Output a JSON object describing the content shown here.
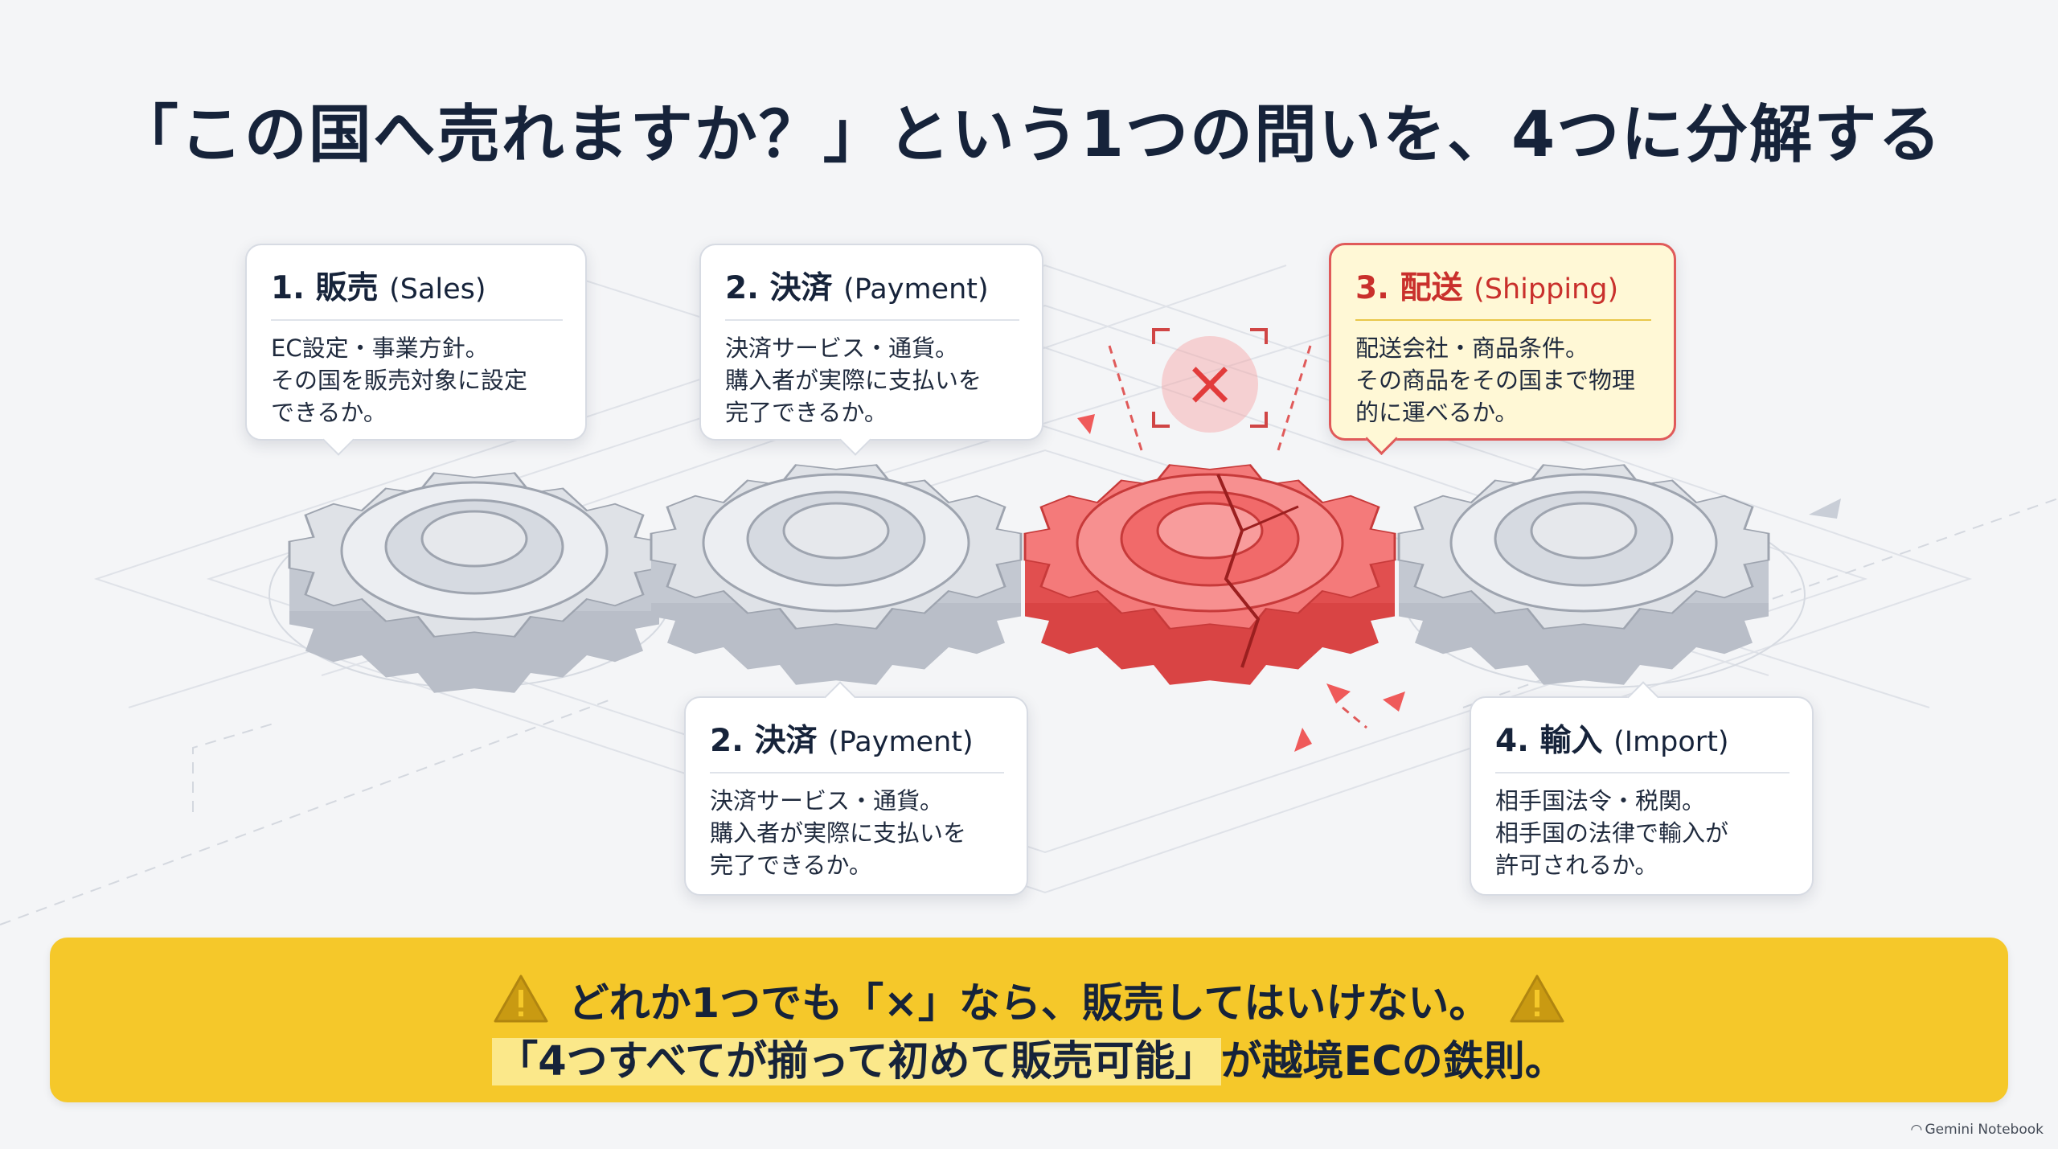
{
  "title": "「この国へ売れますか？」という1つの問いを、4つに分解する",
  "callouts": {
    "sales": {
      "num_label": "1. 販売",
      "en": "(Sales)",
      "lines": [
        "EC設定・事業方針。",
        "その国を販売対象に設定",
        "できるか。"
      ]
    },
    "payment_top": {
      "num_label": "2. 決済",
      "en": "(Payment)",
      "lines": [
        "決済サービス・通貨。",
        "購入者が実際に支払いを",
        "完了できるか。"
      ]
    },
    "shipping": {
      "num_label": "3. 配送",
      "en": "(Shipping)",
      "lines": [
        "配送会社・商品条件。",
        "その商品をその国まで物理",
        "的に運べるか。"
      ]
    },
    "payment_bottom": {
      "num_label": "2. 決済",
      "en": "(Payment)",
      "lines": [
        "決済サービス・通貨。",
        "購入者が実際に支払いを",
        "完了できるか。"
      ]
    },
    "import": {
      "num_label": "4. 輸入",
      "en": "(Import)",
      "lines": [
        "相手国法令・税関。",
        "相手国の法律で輸入が",
        "許可されるか。"
      ]
    }
  },
  "fail_mark": "×",
  "banner": {
    "line1": "どれか1つでも「×」なら、販売してはいけない。",
    "line2_highlight": "「4つすべてが揃って初めて販売可能」",
    "line2_rest": "が越境ECの鉄則。"
  },
  "brand": "Gemini Notebook",
  "colors": {
    "gear_gray": "#d3d7de",
    "gear_red": "#ef5a5a",
    "accent_red": "#c9302c",
    "banner_yellow": "#f5c82a",
    "title_navy": "#16233a"
  },
  "icons": [
    "warning-icon",
    "gear-icon",
    "cross-icon"
  ]
}
